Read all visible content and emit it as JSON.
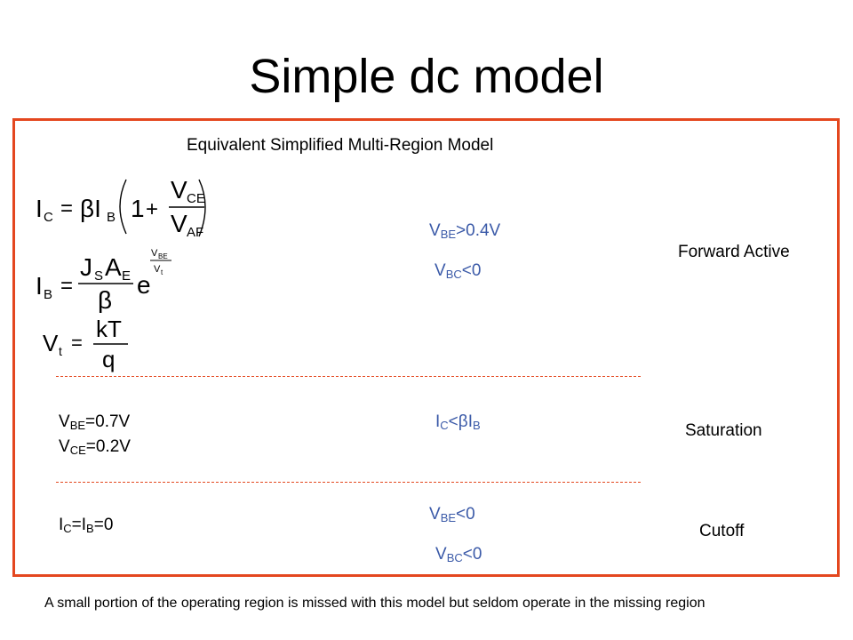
{
  "slide": {
    "title": "Simple dc model",
    "subtitle": "Equivalent Simplified Multi-Region Model",
    "footnote": "A small portion of the operating region is missed with this model but seldom operate in the missing region"
  },
  "forward_active": {
    "region_label": "Forward Active",
    "cond1": {
      "main": "V",
      "sub": "BE",
      "rest": ">0.4V"
    },
    "cond2": {
      "main": "V",
      "sub": "BC",
      "rest": "<0"
    }
  },
  "saturation": {
    "region_label": "Saturation",
    "vbe": {
      "main": "V",
      "sub": "BE",
      "rest": "=0.7V"
    },
    "vce": {
      "main": "V",
      "sub": "CE",
      "rest": "=0.2V"
    },
    "cond": {
      "main": "I",
      "sub": "C",
      "mid": "<βI",
      "sub2": "B"
    }
  },
  "cutoff": {
    "region_label": "Cutoff",
    "eq": {
      "main": "I",
      "sub": "C",
      "mid": "=I",
      "sub2": "B",
      "rest": "=0"
    },
    "cond1": {
      "main": "V",
      "sub": "BE",
      "rest": "<0"
    },
    "cond2": {
      "main": "V",
      "sub": "BC",
      "rest": "<0"
    }
  },
  "colors": {
    "frame": "#e4471f",
    "condition_text": "#3b5aa8"
  }
}
